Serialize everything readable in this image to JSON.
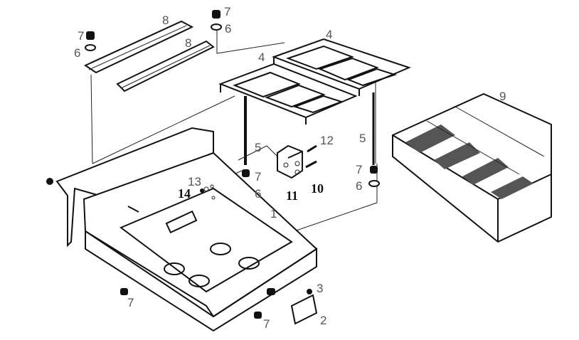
{
  "diagram": {
    "part_labels": {
      "rail_left": "8",
      "rail_right": "8",
      "nut_top_left": "7",
      "washer_top_left": "6",
      "nut_top_mid": "7",
      "washer_top_mid": "6",
      "grid_right": "4",
      "grid_left": "4",
      "cover": "9",
      "rod_left": "5",
      "rod_right": "5",
      "bolt": "12",
      "nut_mid_left": "7",
      "nut_mid_right": "7",
      "washer_mid_left": "6",
      "washer_mid_right": "6",
      "screw": "13",
      "washer_small": "14",
      "block": "11",
      "bracket": "10",
      "tray": "1",
      "clip": "3",
      "clamp": "2",
      "nut_bottom_left": "7",
      "nut_bottom_mid": "7"
    }
  }
}
